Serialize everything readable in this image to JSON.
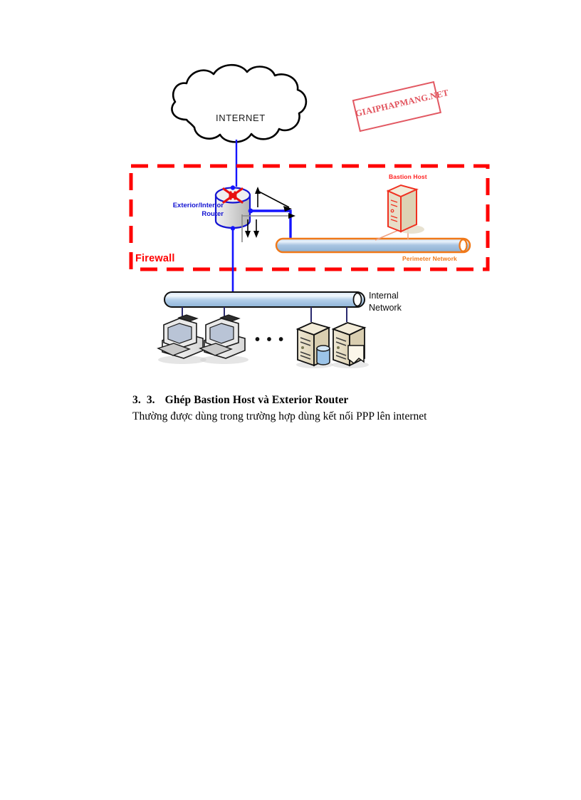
{
  "document": {
    "heading": {
      "number_outer": "3.",
      "number_inner": "3.",
      "title": "Ghép Bastion Host và Exterior Router"
    },
    "paragraph": "Thường được dùng trong trường hợp dùng kết nối PPP lên internet"
  },
  "watermark": {
    "text": "GIAIPHAPMANG.NET",
    "color": "#e04a55"
  },
  "diagram": {
    "type": "network-topology",
    "title_label": "Firewall perimeter network topology",
    "nodes": {
      "internet_cloud": {
        "label": "INTERNET",
        "icon": "cloud-icon",
        "outline_color": "#000000",
        "fill_color": "#ffffff"
      },
      "router": {
        "label_line1": "Exterior/Interior",
        "label_line2": "Router",
        "icon": "router-icon",
        "label_color": "#1414d2",
        "body_color": "#dcdcdc",
        "outline_color": "#1414d2",
        "arrow_color": "#e81010"
      },
      "bastion_host": {
        "label": "Bastion Host",
        "icon": "server-tower-icon",
        "label_color": "#ff2020",
        "outline_color": "#f03020",
        "fill_color": "#ece3cd"
      },
      "perimeter_network": {
        "label": "Perimeter Network",
        "icon": "network-bus-icon",
        "label_color": "#f07818",
        "outline_color": "#f07818",
        "fill_color": "#a8c4e0"
      },
      "internal_network": {
        "label_line1": "Internal",
        "label_line2": "Network",
        "icon": "network-bus-icon",
        "label_color": "#0d0d0d",
        "outline_color": "#000000",
        "fill_color": "#b9d2ea"
      },
      "firewall_boundary": {
        "label": "Firewall",
        "color": "#ff0000",
        "style": "dashed-rectangle"
      },
      "workstations": [
        {
          "icon": "desktop-computer-icon",
          "label": ""
        },
        {
          "icon": "desktop-computer-icon",
          "label": ""
        }
      ],
      "ellipsis": "• • •",
      "servers": [
        {
          "icon": "server-tower-database-icon",
          "label": ""
        },
        {
          "icon": "server-tower-document-icon",
          "label": ""
        }
      ]
    },
    "links": {
      "color_primary": "#1414ff",
      "color_secondary": "#888888",
      "arrow_color": "#000000"
    }
  }
}
